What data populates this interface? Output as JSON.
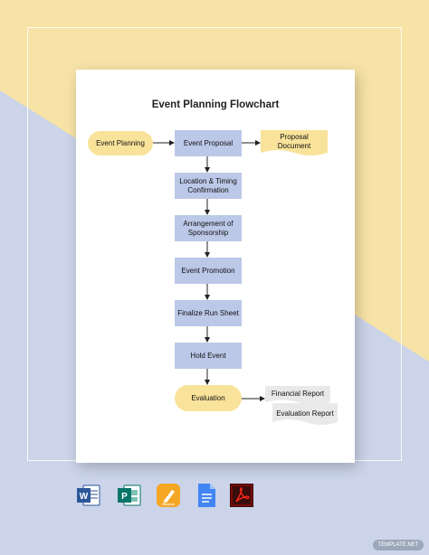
{
  "diagram": {
    "title": "Event Planning Flowchart",
    "nodes": {
      "event_planning": "Event Planning",
      "event_proposal": "Event Proposal",
      "proposal_document": "Proposal Document",
      "location_timing": "Location & Timing Confirmation",
      "arrangement": "Arrangement of Sponsorship",
      "event_promotion": "Event Promotion",
      "finalize_run_sheet": "Finalize Run Sheet",
      "hold_event": "Hold Event",
      "evaluation": "Evaluation",
      "financial_report": "Financial Report",
      "evaluation_report": "Evaluation Report"
    }
  },
  "formats": [
    {
      "name": "word-icon",
      "letter": "W",
      "color": "#2b579a"
    },
    {
      "name": "publisher-icon",
      "letter": "P",
      "color": "#077568"
    },
    {
      "name": "pages-icon",
      "letter": "",
      "color": "#f5a623"
    },
    {
      "name": "google-docs-icon",
      "letter": "",
      "color": "#4285f4"
    },
    {
      "name": "pdf-icon",
      "letter": "",
      "color": "#b30b00"
    }
  ],
  "watermark": "TEMPLATE.NET",
  "colors": {
    "background_yellow": "#f7e3a6",
    "background_blue": "#cbd4e9",
    "process_fill": "#bcc8e8",
    "terminal_fill": "#f9e39a",
    "document_fill_gray": "#e9e9e9"
  }
}
